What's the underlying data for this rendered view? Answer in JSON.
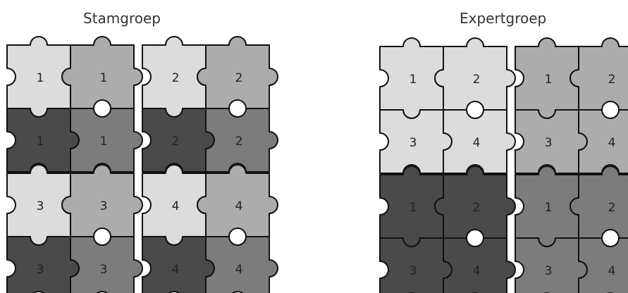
{
  "headings": {
    "left": "Stamgroep",
    "right": "Expertgroep"
  },
  "colors": {
    "light": "#dcdcdc",
    "mid": "#acacac",
    "dark": "#4a4a4a",
    "darkmid": "#7c7c7c",
    "stroke": "#111111",
    "background": "#ffffff"
  },
  "stamgroep": [
    {
      "numbers": [
        "1",
        "1",
        "1",
        "1"
      ]
    },
    {
      "numbers": [
        "2",
        "2",
        "2",
        "2"
      ]
    },
    {
      "numbers": [
        "3",
        "3",
        "3",
        "3"
      ]
    },
    {
      "numbers": [
        "4",
        "4",
        "4",
        "4"
      ]
    }
  ],
  "expertgroep": [
    {
      "numbers": [
        "1",
        "2",
        "3",
        "4"
      ],
      "shade": "light"
    },
    {
      "numbers": [
        "1",
        "2",
        "3",
        "4"
      ],
      "shade": "mid"
    },
    {
      "numbers": [
        "1",
        "2",
        "3",
        "4"
      ],
      "shade": "dark"
    },
    {
      "numbers": [
        "1",
        "2",
        "3",
        "4"
      ],
      "shade": "darkmid"
    }
  ]
}
